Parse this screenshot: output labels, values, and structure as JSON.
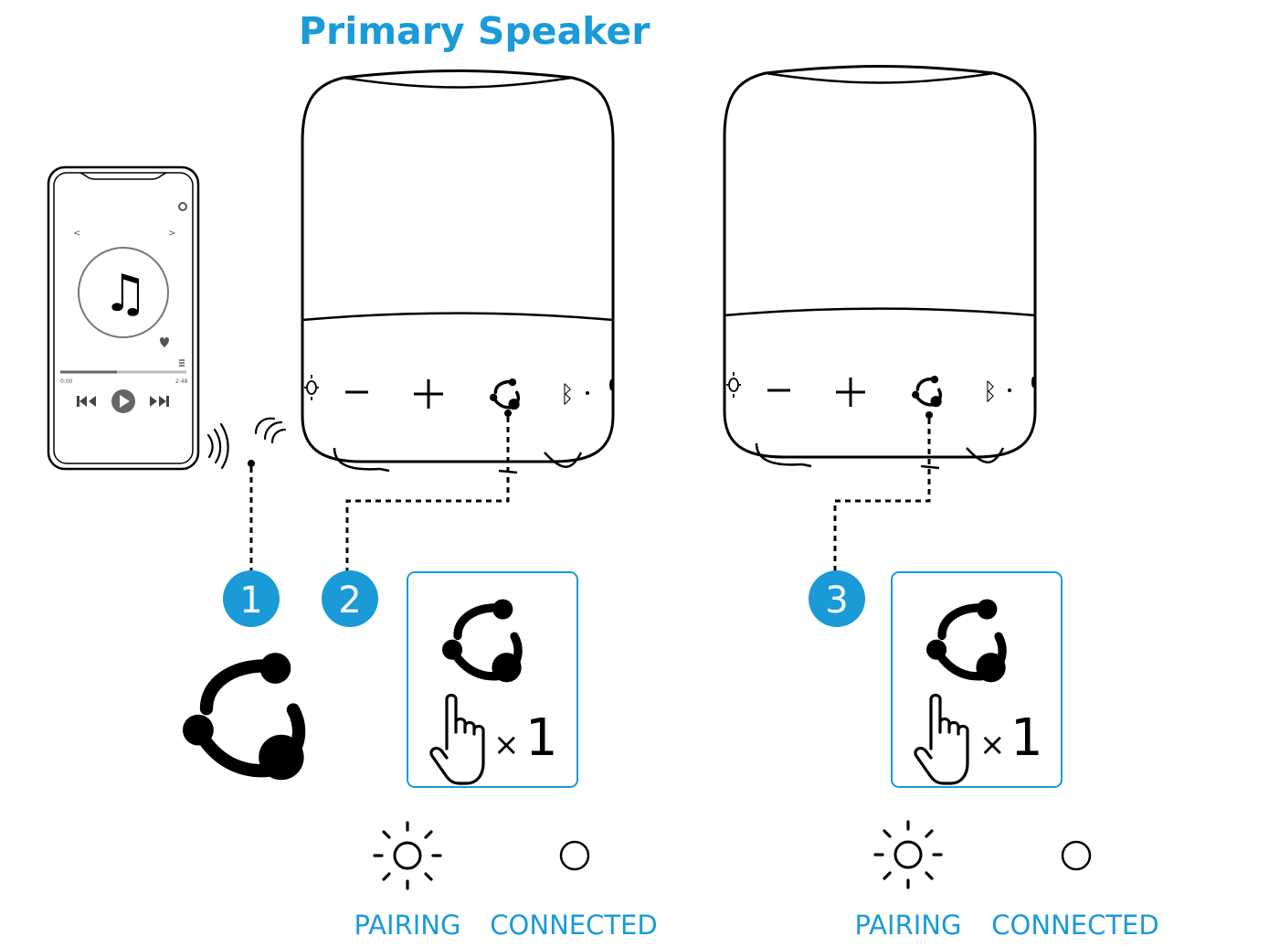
{
  "title": "Primary Speaker",
  "steps": [
    "1",
    "2",
    "3"
  ],
  "press_count": "1",
  "multiplier_symbol": "×",
  "status_labels": {
    "pairing": "PAIRING",
    "connected": "CONNECTED"
  },
  "phone": {
    "time_elapsed": "0:00",
    "time_total": "2:48"
  },
  "colors": {
    "accent": "#1a9bd7",
    "line": "#000000"
  },
  "icons": [
    "phone-icon",
    "wireless-signal-icon",
    "party-link-icon",
    "hand-press-icon",
    "led-blinking-icon",
    "led-solid-icon",
    "bluetooth-icon",
    "light-icon",
    "volume-down-icon",
    "volume-up-icon"
  ]
}
